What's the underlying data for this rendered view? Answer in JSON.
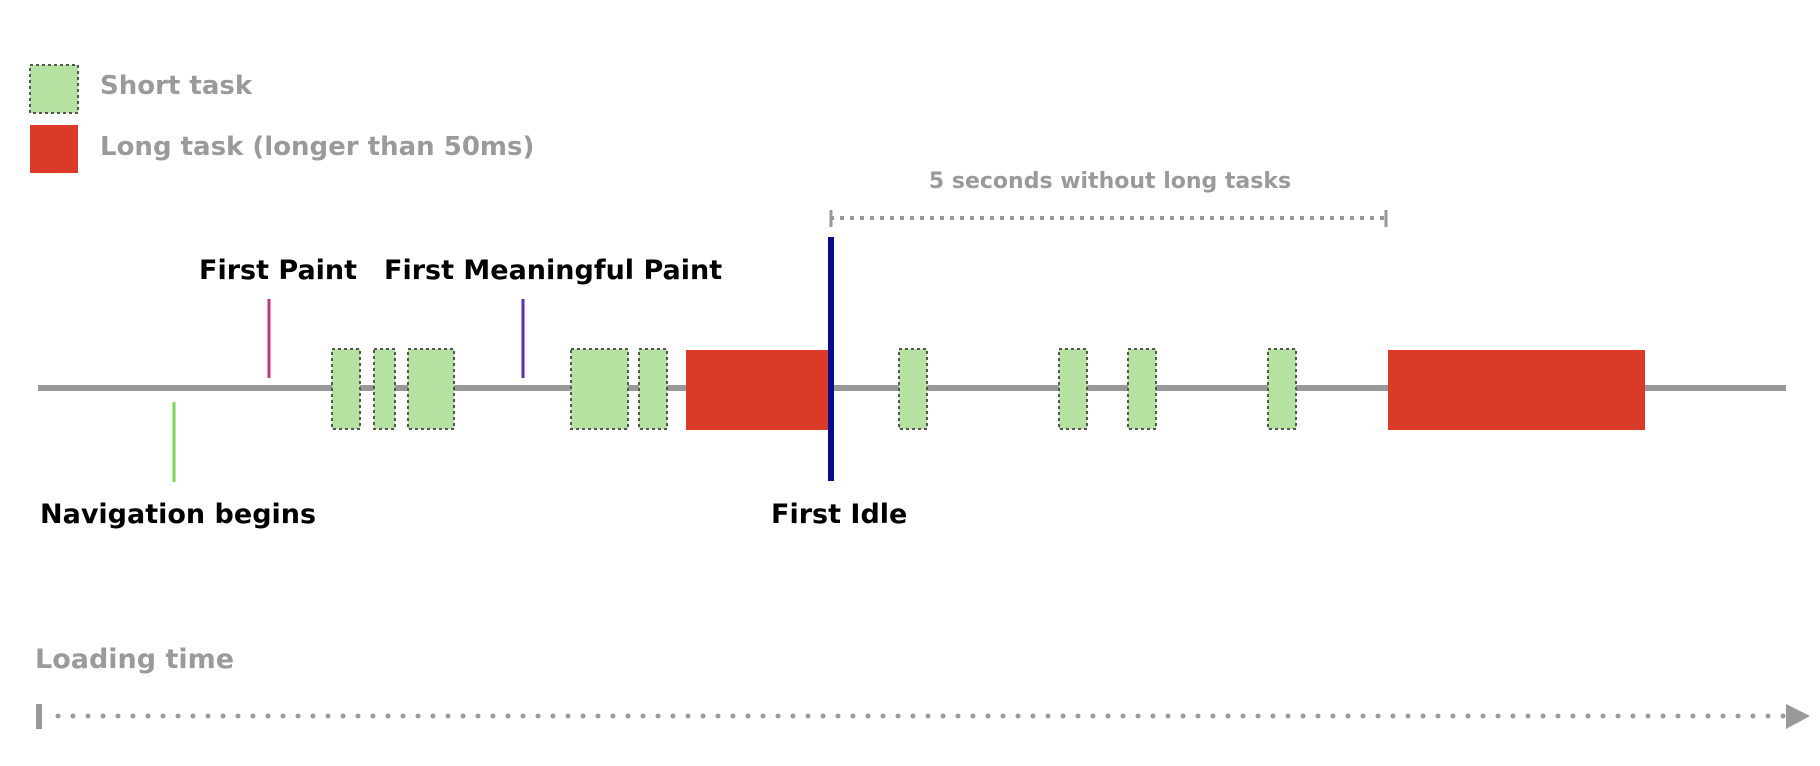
{
  "legend": {
    "short_task_label": "Short task",
    "long_task_label": "Long task (longer than 50ms)"
  },
  "annotations": {
    "window_label": "5 seconds without long tasks",
    "first_paint": "First Paint",
    "first_meaningful_paint": "First Meaningful Paint",
    "navigation_begins": "Navigation begins",
    "first_idle": "First Idle",
    "loading_time": "Loading time"
  },
  "colors": {
    "short_task_fill": "#b5e2a1",
    "short_task_border": "#555555",
    "long_task_fill": "#da3b29",
    "timeline": "#999999",
    "navigation_marker": "#7ed35a",
    "first_paint_marker": "#c0387a",
    "first_meaningful_paint_marker": "#5b2fb0",
    "first_idle_marker": "#0a0a8c",
    "label_gray": "#9a9a9a"
  }
}
